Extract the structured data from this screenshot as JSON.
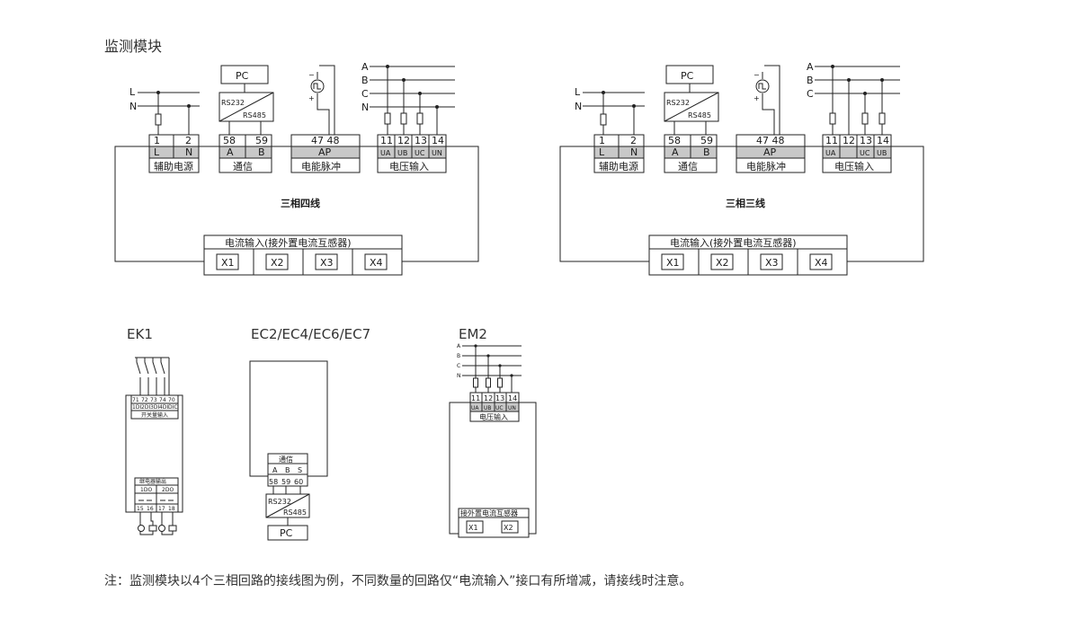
{
  "page_title": "监测模块",
  "diagrams": {
    "four_wire": {
      "caption": "三相四线",
      "lines": [
        "A",
        "B",
        "C",
        "N"
      ],
      "power_lines": [
        "L",
        "N"
      ],
      "pc": "PC",
      "converter": [
        "RS232",
        "RS485"
      ],
      "terminals": [
        {
          "nums": [
            "1",
            "2"
          ],
          "names": [
            "L",
            "N"
          ],
          "label": "辅助电源"
        },
        {
          "nums": [
            "58",
            "59"
          ],
          "names": [
            "A",
            "B"
          ],
          "label": "通信"
        },
        {
          "nums": [
            "47 48"
          ],
          "names": [
            "AP"
          ],
          "label": "电能脉冲"
        },
        {
          "nums": [
            "11",
            "12",
            "13",
            "14"
          ],
          "names": [
            "UA",
            "UB",
            "UC",
            "UN"
          ],
          "label": "电压输入"
        }
      ],
      "current_input": "电流输入(接外置电流互感器)",
      "ports": [
        "X1",
        "X2",
        "X3",
        "X4"
      ]
    },
    "three_wire": {
      "caption": "三相三线",
      "lines": [
        "A",
        "B",
        "C"
      ],
      "power_lines": [
        "L",
        "N"
      ],
      "pc": "PC",
      "converter": [
        "RS232",
        "RS485"
      ],
      "terminals": [
        {
          "nums": [
            "1",
            "2"
          ],
          "names": [
            "L",
            "N"
          ],
          "label": "辅助电源"
        },
        {
          "nums": [
            "58",
            "59"
          ],
          "names": [
            "A",
            "B"
          ],
          "label": "通信"
        },
        {
          "nums": [
            "47 48"
          ],
          "names": [
            "AP"
          ],
          "label": "电能脉冲"
        },
        {
          "nums": [
            "11",
            "12",
            "13",
            "14"
          ],
          "names": [
            "UA",
            "UC",
            "UB"
          ],
          "label": "电压输入"
        }
      ],
      "current_input": "电流输入(接外置电流互感器)",
      "ports": [
        "X1",
        "X2",
        "X3",
        "X4"
      ]
    },
    "ek1": {
      "title": "EK1",
      "nums": [
        "71",
        "72",
        "73",
        "74",
        "70"
      ],
      "inputs": [
        "1DI",
        "2DI",
        "3DI",
        "4DI",
        "DIC"
      ],
      "input_label": "开关量输入",
      "relay_label": "继电器输出",
      "relays": [
        "1DO",
        "2DO"
      ],
      "relay_nums": [
        "15",
        "16",
        "17",
        "18"
      ]
    },
    "ec": {
      "title": "EC2/EC4/EC6/EC7",
      "comm_label": "通信",
      "names": [
        "A",
        "B",
        "S"
      ],
      "nums": [
        "58",
        "59",
        "60"
      ],
      "converter": [
        "RS232",
        "RS485"
      ],
      "pc": "PC"
    },
    "em2": {
      "title": "EM2",
      "lines": [
        "A",
        "B",
        "C",
        "N"
      ],
      "nums": [
        "11",
        "12",
        "13",
        "14"
      ],
      "names": [
        "UA",
        "UB",
        "UC",
        "UN"
      ],
      "voltage_label": "电压输入",
      "ct_label": "接外置电流互感器",
      "ports": [
        "X1",
        "X2"
      ]
    }
  },
  "note": "注：监测模块以4个三相回路的接线图为例，不同数量的回路仅“电流输入”接口有所增减，请接线时注意。"
}
